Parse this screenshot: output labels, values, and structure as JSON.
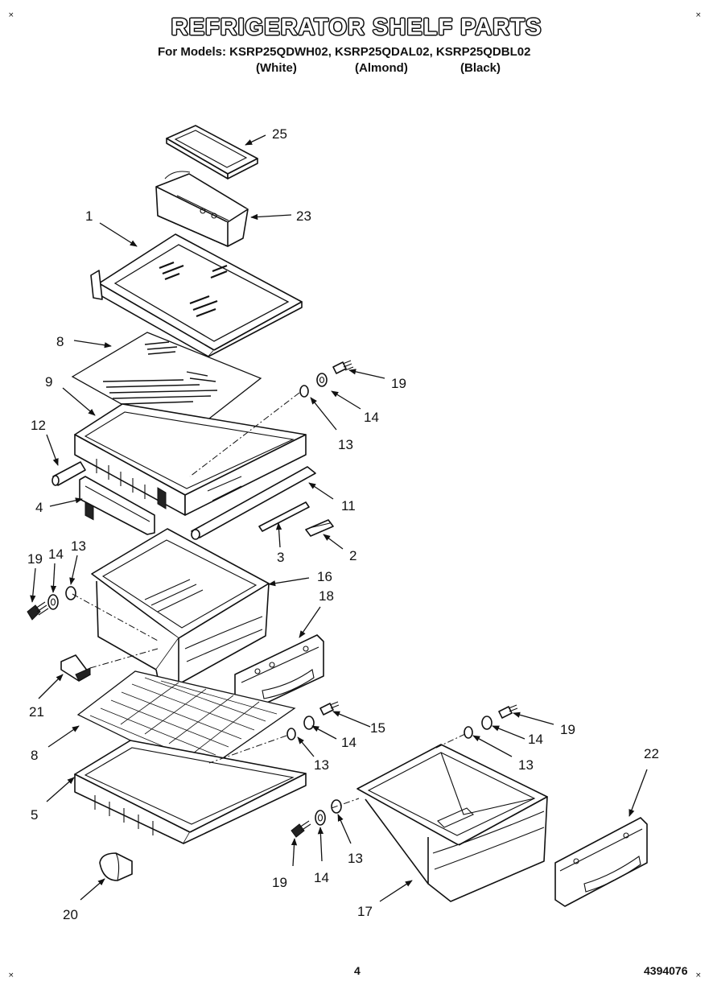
{
  "header": {
    "title": "REFRIGERATOR SHELF PARTS",
    "models_line": "For Models: KSRP25QDWH02, KSRP25QDAL02, KSRP25QDBL02",
    "variants": [
      "(White)",
      "(Almond)",
      "(Black)"
    ]
  },
  "footer": {
    "page_number": "4",
    "doc_number": "4394076"
  },
  "corner_mark": "×",
  "icons": {
    "arrowhead": "arrowhead-icon",
    "screw": "screw-icon",
    "washer": "washer-icon"
  },
  "callouts": [
    {
      "id": "c25",
      "label": "25"
    },
    {
      "id": "c23",
      "label": "23"
    },
    {
      "id": "c1",
      "label": "1"
    },
    {
      "id": "c8a",
      "label": "8"
    },
    {
      "id": "c19a",
      "label": "19"
    },
    {
      "id": "c9",
      "label": "9"
    },
    {
      "id": "c14a",
      "label": "14"
    },
    {
      "id": "c13a",
      "label": "13"
    },
    {
      "id": "c12",
      "label": "12"
    },
    {
      "id": "c4",
      "label": "4"
    },
    {
      "id": "c11",
      "label": "11"
    },
    {
      "id": "c3",
      "label": "3"
    },
    {
      "id": "c2",
      "label": "2"
    },
    {
      "id": "c19b",
      "label": "19"
    },
    {
      "id": "c14b",
      "label": "14"
    },
    {
      "id": "c13b",
      "label": "13"
    },
    {
      "id": "c16",
      "label": "16"
    },
    {
      "id": "c18",
      "label": "18"
    },
    {
      "id": "c21",
      "label": "21"
    },
    {
      "id": "c15",
      "label": "15"
    },
    {
      "id": "c14c",
      "label": "14"
    },
    {
      "id": "c8b",
      "label": "8"
    },
    {
      "id": "c13c",
      "label": "13"
    },
    {
      "id": "c5",
      "label": "5"
    },
    {
      "id": "c19c",
      "label": "19"
    },
    {
      "id": "c14d",
      "label": "14"
    },
    {
      "id": "c13d",
      "label": "13"
    },
    {
      "id": "c22",
      "label": "22"
    },
    {
      "id": "c19d",
      "label": "19"
    },
    {
      "id": "c14e",
      "label": "14"
    },
    {
      "id": "c13e",
      "label": "13"
    },
    {
      "id": "c17",
      "label": "17"
    },
    {
      "id": "c20",
      "label": "20"
    }
  ]
}
